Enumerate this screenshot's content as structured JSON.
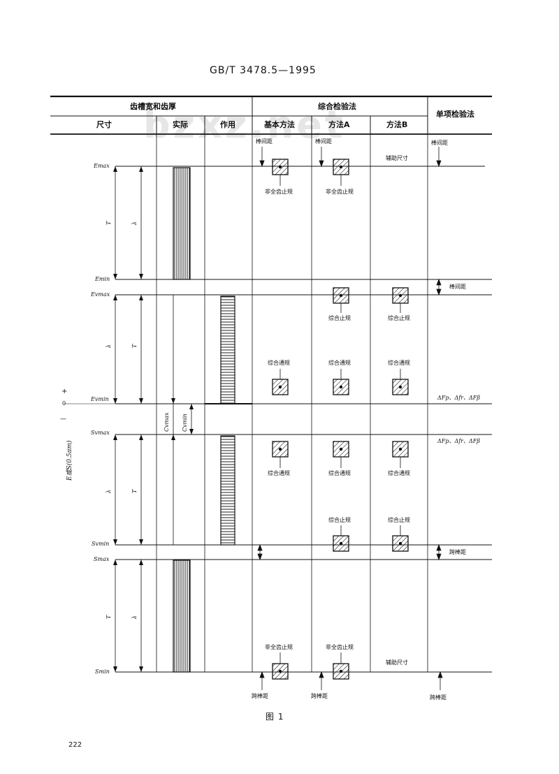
{
  "header": {
    "standard_no": "GB/T  3478.5—1995"
  },
  "watermark": "bzxz.net",
  "table_header": {
    "group_left": "齿槽宽和齿厚",
    "group_right": "综合检验法",
    "single_method": "单项检验法",
    "col_size": "尺寸",
    "col_actual": "实际",
    "col_effective": "作用",
    "col_basic": "基本方法",
    "col_method_a": "方法A",
    "col_method_b": "方法B"
  },
  "boundaries": {
    "e_max": "Emax",
    "e_min": "Emin",
    "ev_max": "Evmax",
    "ev_min": "Evmin",
    "zero": "0",
    "sv_max": "Svmax",
    "sv_min": "Svmin",
    "s_max": "Smax",
    "s_min": "Smin"
  },
  "axis": {
    "plus": "+",
    "minus": "—",
    "label": "E或S(0.5πm)",
    "T": "T",
    "lambda": "λ",
    "cv_max": "Cvmax",
    "cv_min": "Cvmin"
  },
  "labels": {
    "pin_dist": "棒间距",
    "aux_size": "辅助尺寸",
    "nogo_partial": "非全齿止规",
    "go_composite": "综合通规",
    "nogo_composite": "综合止规",
    "over_pin": "跨棒距",
    "deviations": "ΔFp、Δfr、ΔFβ"
  },
  "figure_caption": "图 1",
  "page_number": "222"
}
